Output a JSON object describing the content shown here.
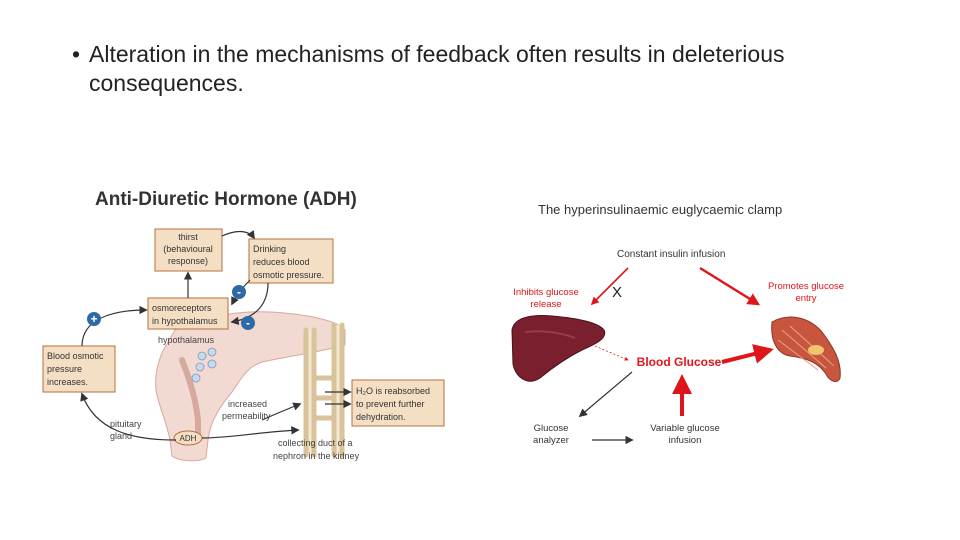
{
  "slide": {
    "bullet": "Alteration in the mechanisms of feedback often results in deleterious consequences."
  },
  "adh": {
    "title": "Anti-Diuretic Hormone (ADH)",
    "thirst": [
      "thirst",
      "(behavioural",
      "response)"
    ],
    "drinking": [
      "Drinking",
      "reduces blood",
      "osmotic pressure."
    ],
    "osmoreceptors": [
      "osmoreceptors",
      "in hypothalamus"
    ],
    "blood_osmotic": [
      "Blood osmotic",
      "pressure",
      "increases."
    ],
    "hypothalamus": "hypothalamus",
    "pituitary": [
      "pituitary",
      "gland"
    ],
    "adh_label": "ADH",
    "increased": [
      "increased",
      "permeability"
    ],
    "h2o": [
      "H₂O is reabsorbed",
      "to prevent further",
      "dehydration."
    ],
    "collecting": [
      "collecting duct of a",
      "nephron in the kidney"
    ],
    "plus": "+",
    "minus": "-"
  },
  "clamp": {
    "title": "The hyperinsulinaemic euglycaemic clamp",
    "insulin": "Constant insulin infusion",
    "inhibits": [
      "Inhibits glucose",
      "release"
    ],
    "promotes": [
      "Promotes glucose",
      "entry"
    ],
    "x_mark": "X",
    "blood_glucose": "Blood Glucose",
    "analyzer": [
      "Glucose",
      "analyzer"
    ],
    "variable": [
      "Variable glucose",
      "infusion"
    ]
  },
  "colors": {
    "box_fill": "#f4dfc4",
    "box_stroke": "#b3703c",
    "badge_blue": "#2f6aa8",
    "arrow_red": "#e0151a",
    "liver": "#7a1f2e",
    "muscle": "#c8563f"
  }
}
